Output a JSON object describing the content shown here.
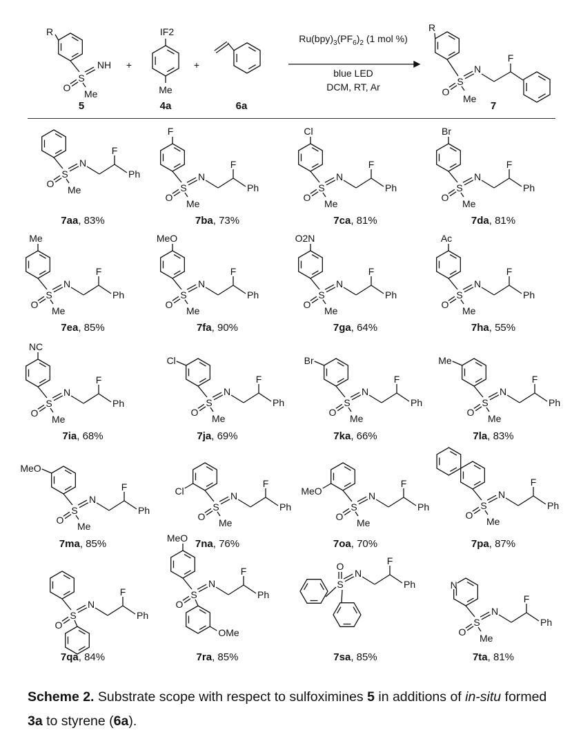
{
  "header": {
    "reactant_5": {
      "label": "5",
      "R": "R",
      "NH": "NH",
      "S": "S",
      "O": "O",
      "Me": "Me"
    },
    "reactant_4a": {
      "label": "4a",
      "IF2": "IF2",
      "Me": "Me"
    },
    "reactant_6a": {
      "label": "6a"
    },
    "plus": "+",
    "conditions": {
      "catalyst_parts": [
        "Ru(bpy)",
        "3",
        "(PF",
        "6",
        ")",
        "2",
        " (1 mol %)"
      ],
      "line2": "blue LED",
      "line3": "DCM, RT, Ar"
    },
    "product_7": {
      "label": "7",
      "R": "R",
      "S": "S",
      "N": "N",
      "O": "O",
      "Me": "Me",
      "F": "F"
    }
  },
  "atoms": {
    "S": "S",
    "N": "N",
    "O": "O",
    "Me": "Me",
    "F": "F",
    "Ph": "Ph",
    "OMe": "OMe"
  },
  "compounds": [
    {
      "id": "7aa",
      "yield": ", 83%",
      "kind": "plain",
      "sub": ""
    },
    {
      "id": "7ba",
      "yield": ", 73%",
      "kind": "para",
      "sub": "F"
    },
    {
      "id": "7ca",
      "yield": ", 81%",
      "kind": "para",
      "sub": "Cl"
    },
    {
      "id": "7da",
      "yield": ", 81%",
      "kind": "para",
      "sub": "Br"
    },
    {
      "id": "7ea",
      "yield": ", 85%",
      "kind": "para",
      "sub": "Me"
    },
    {
      "id": "7fa",
      "yield": ", 90%",
      "kind": "para",
      "sub": "MeO"
    },
    {
      "id": "7ga",
      "yield": ", 64%",
      "kind": "para",
      "sub": "O2N"
    },
    {
      "id": "7ha",
      "yield": ", 55%",
      "kind": "para",
      "sub": "Ac"
    },
    {
      "id": "7ia",
      "yield": ", 68%",
      "kind": "para",
      "sub": "NC"
    },
    {
      "id": "7ja",
      "yield": ", 69%",
      "kind": "meta",
      "sub": "Cl"
    },
    {
      "id": "7ka",
      "yield": ", 66%",
      "kind": "meta",
      "sub": "Br"
    },
    {
      "id": "7la",
      "yield": ", 83%",
      "kind": "meta",
      "sub": "Me"
    },
    {
      "id": "7ma",
      "yield": ", 85%",
      "kind": "meta",
      "sub": "MeO"
    },
    {
      "id": "7na",
      "yield": ", 76%",
      "kind": "ortho",
      "sub": "Cl"
    },
    {
      "id": "7oa",
      "yield": ", 70%",
      "kind": "ortho",
      "sub": "MeO"
    },
    {
      "id": "7pa",
      "yield": ", 87%",
      "kind": "naphthyl",
      "sub": ""
    },
    {
      "id": "7qa",
      "yield": ", 84%",
      "kind": "diphenyl",
      "sub": ""
    },
    {
      "id": "7ra",
      "yield": ", 85%",
      "kind": "dianisyl",
      "sub": "MeO"
    },
    {
      "id": "7sa",
      "yield": ", 85%",
      "kind": "dibenzothiophene",
      "sub": ""
    },
    {
      "id": "7ta",
      "yield": ", 81%",
      "kind": "pyridyl",
      "sub": "N"
    }
  ],
  "caption": {
    "bold_lead": "Scheme 2.",
    "parts": [
      {
        "t": " Substrate scope with respect to sulfoximines ",
        "s": "n"
      },
      {
        "t": "5",
        "s": "b"
      },
      {
        "t": " in additions of ",
        "s": "n"
      },
      {
        "t": "in-situ",
        "s": "i"
      },
      {
        "t": " formed ",
        "s": "n"
      },
      {
        "t": "3a",
        "s": "b"
      },
      {
        "t": " to styrene (",
        "s": "n"
      },
      {
        "t": "6a",
        "s": "b"
      },
      {
        "t": ").",
        "s": "n"
      }
    ]
  }
}
